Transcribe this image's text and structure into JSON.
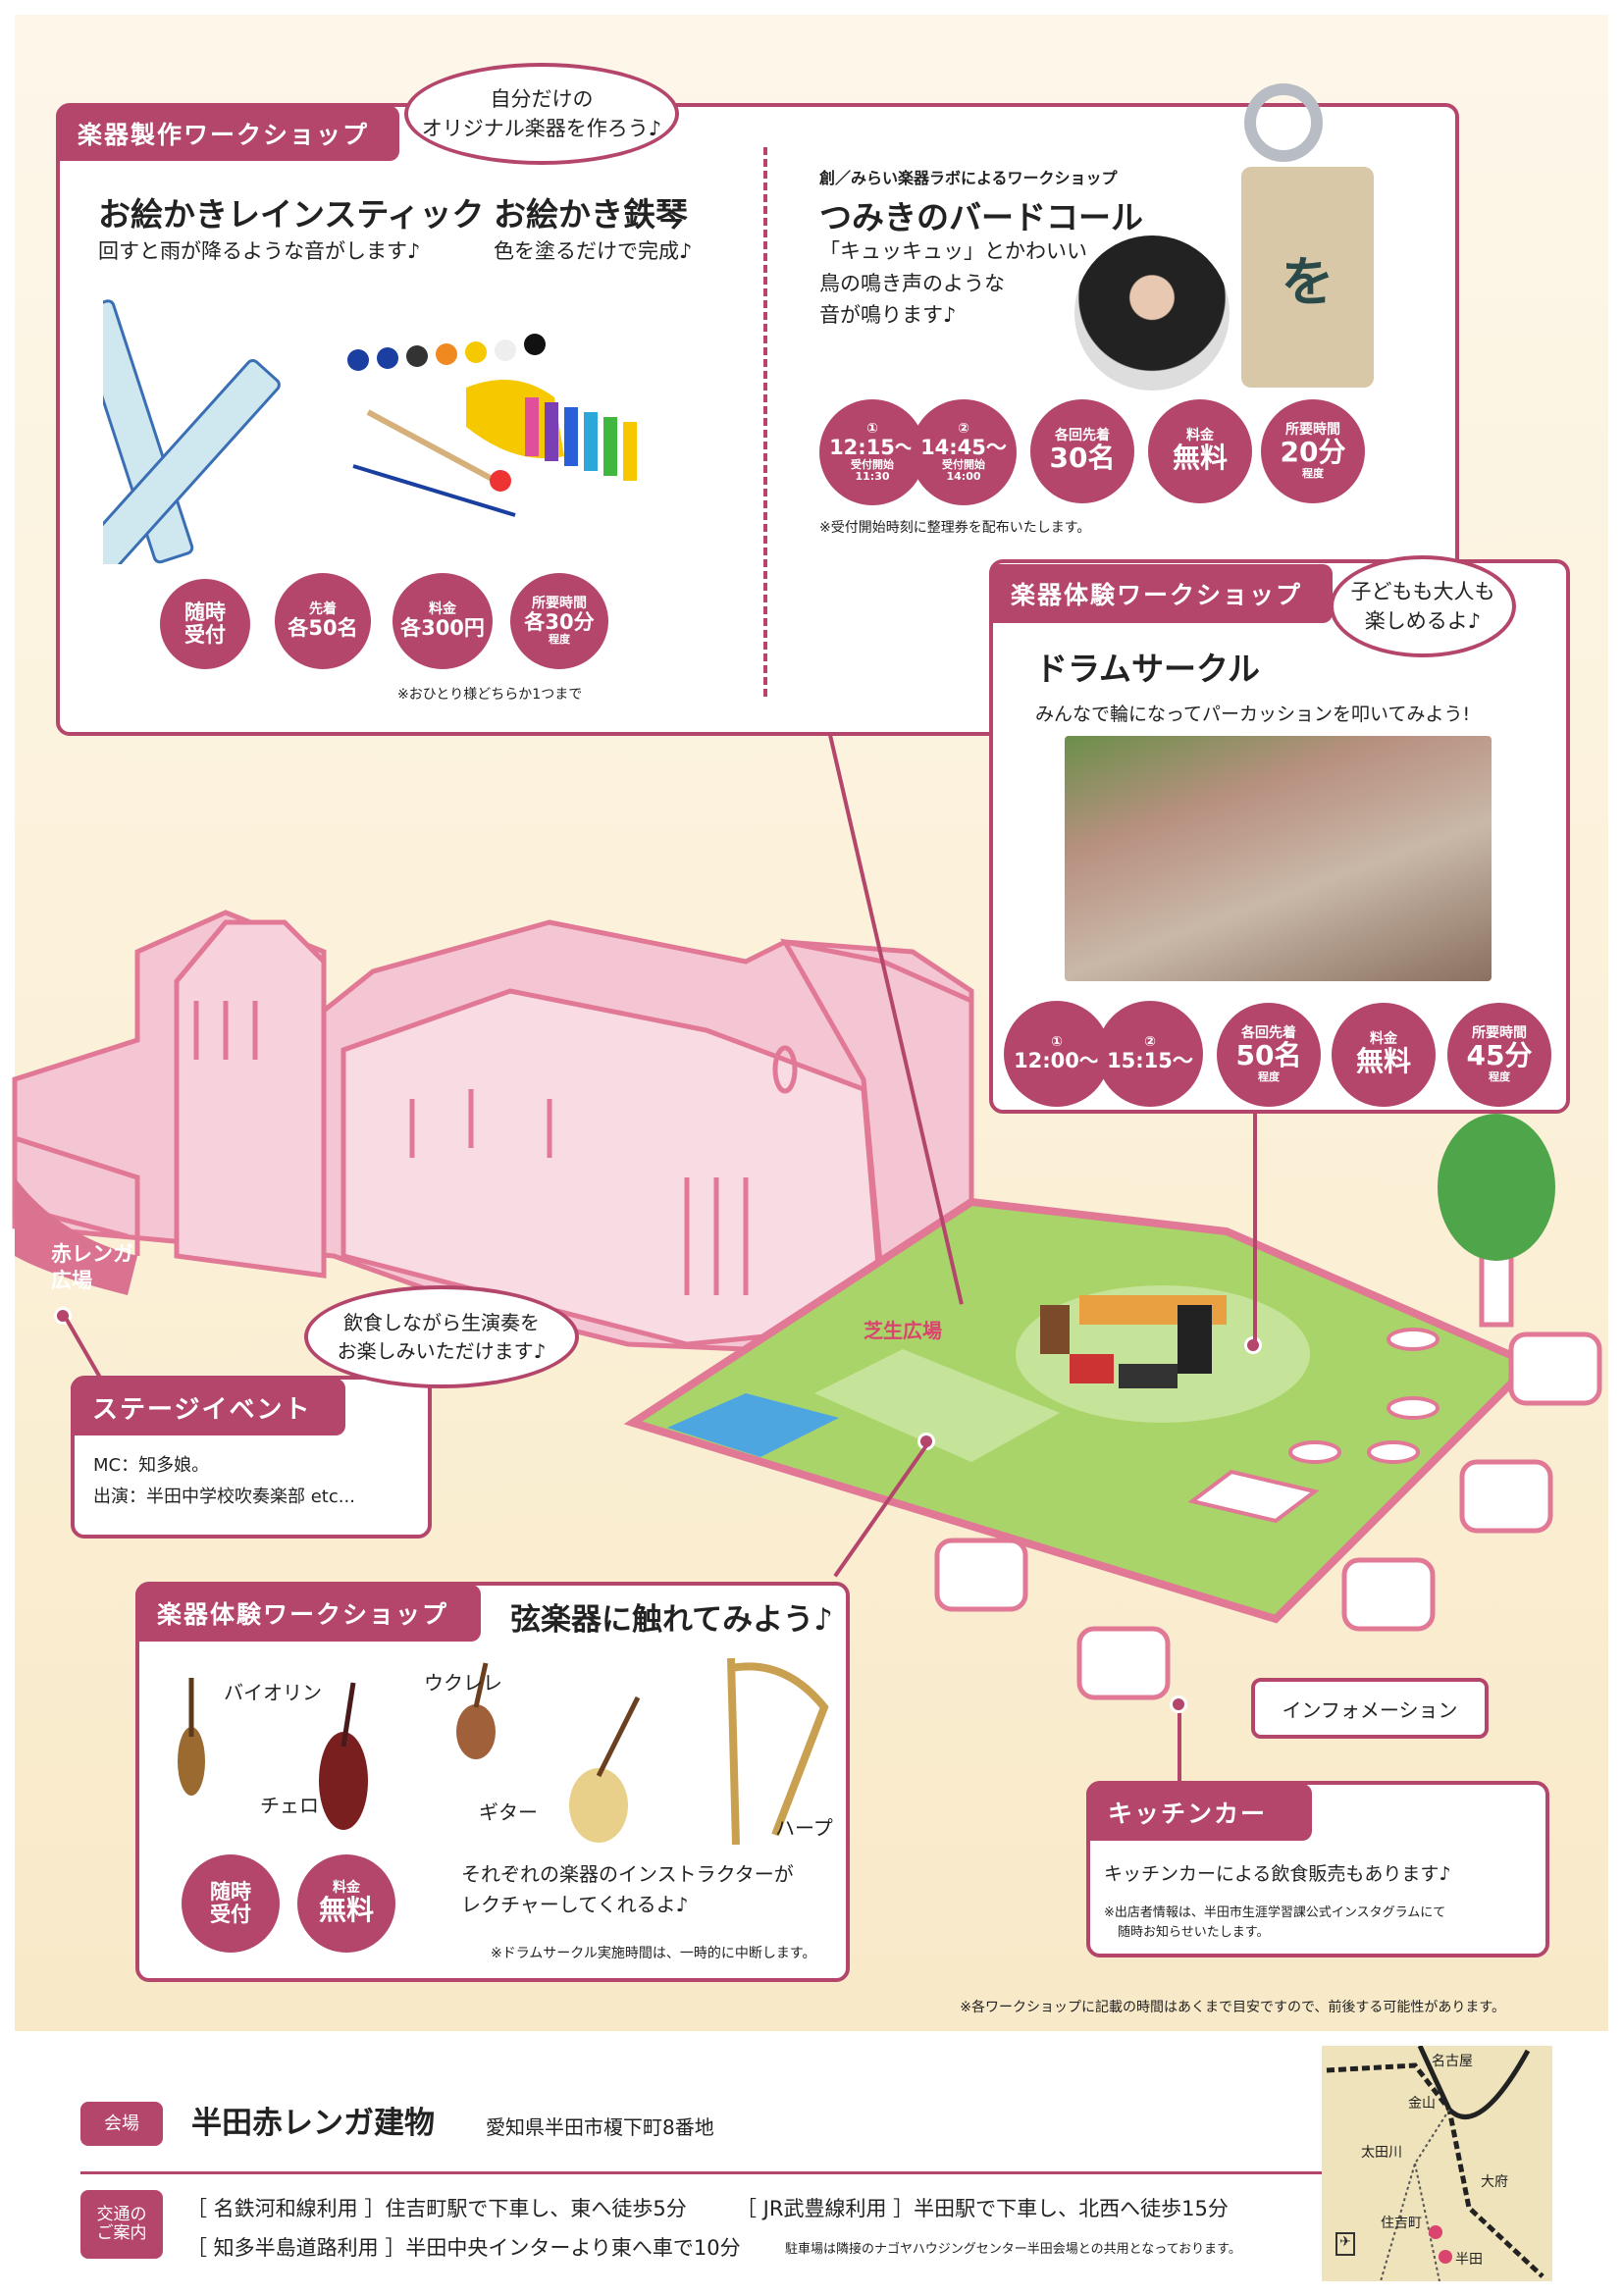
{
  "colors": {
    "accent": "#b5466b",
    "lawn": "#a9d46a",
    "cream": "#fbf0d6"
  },
  "craft": {
    "tab": "楽器製作ワークショップ",
    "bubble": [
      "自分だけの",
      "オリジナル楽器を作ろう♪"
    ],
    "items": [
      {
        "title": "お絵かきレインスティック",
        "desc": "回すと雨が降るような音がします♪"
      },
      {
        "title": "お絵かき鉄琴",
        "desc": "色を塗るだけで完成♪"
      }
    ],
    "badges": [
      {
        "a": "随時",
        "b": "受付"
      },
      {
        "a": "先着",
        "b": "各50名"
      },
      {
        "a": "料金",
        "b": "各300円"
      },
      {
        "a": "所要時間",
        "b": "各30分",
        "c": "程度"
      }
    ],
    "note": "※おひとり様どちらか1つまで"
  },
  "birdcall": {
    "subtitle": "創／みらい楽器ラボによるワークショップ",
    "title": "つみきのバードコール",
    "desc": [
      "「キュッキュッ」とかわいい",
      "鳥の鳴き声のような",
      "音が鳴ります♪"
    ],
    "block_char": "を",
    "badges": [
      {
        "a": "①",
        "b": "12:15〜",
        "c": "受付開始",
        "d": "11:30"
      },
      {
        "a": "②",
        "b": "14:45〜",
        "c": "受付開始",
        "d": "14:00"
      },
      {
        "a": "各回先着",
        "b": "30名"
      },
      {
        "a": "料金",
        "b": "無料"
      },
      {
        "a": "所要時間",
        "b": "20分",
        "c": "程度"
      }
    ],
    "note": "※受付開始時刻に整理券を配布いたします。"
  },
  "drum": {
    "tab": "楽器体験ワークショップ",
    "bubble": [
      "子どもも大人も",
      "楽しめるよ♪"
    ],
    "title": "ドラムサークル",
    "desc": "みんなで輪になってパーカッションを叩いてみよう!",
    "badges": [
      {
        "a": "①",
        "b": "12:00〜"
      },
      {
        "a": "②",
        "b": "15:15〜"
      },
      {
        "a": "各回先着",
        "b": "50名",
        "c": "程度"
      },
      {
        "a": "料金",
        "b": "無料"
      },
      {
        "a": "所要時間",
        "b": "45分",
        "c": "程度"
      }
    ]
  },
  "map": {
    "plaza": [
      "赤レンガ",
      "広場"
    ],
    "lawn": "芝生広場"
  },
  "stage": {
    "tab": "ステージイベント",
    "bubble": [
      "飲食しながら生演奏を",
      "お楽しみいただけます♪"
    ],
    "lines": [
      "MC：知多娘。",
      "出演：半田中学校吹奏楽部 etc..."
    ]
  },
  "strings": {
    "tab": "楽器体験ワークショップ",
    "title": "弦楽器に触れてみよう♪",
    "instruments": [
      "バイオリン",
      "チェロ",
      "ウクレレ",
      "ギター",
      "ハープ"
    ],
    "badges": [
      {
        "a": "随時",
        "b": "受付"
      },
      {
        "a": "料金",
        "b": "無料"
      }
    ],
    "desc": [
      "それぞれの楽器のインストラクターが",
      "レクチャーしてくれるよ♪"
    ],
    "note": "※ドラムサークル実施時間は、一時的に中断します。"
  },
  "info": {
    "label": "インフォメーション"
  },
  "kitchen": {
    "tab": "キッチンカー",
    "desc": "キッチンカーによる飲食販売もあります♪",
    "note": [
      "※出店者情報は、半田市生涯学習課公式インスタグラムにて",
      "随時お知らせいたします。"
    ]
  },
  "footnote": "※各ワークショップに記載の時間はあくまで目安ですので、前後する可能性があります。",
  "venue": {
    "badge": "会場",
    "name": "半田赤レンガ建物",
    "address": "愛知県半田市榎下町8番地"
  },
  "access": {
    "badge": [
      "交通の",
      "ご案内"
    ],
    "line1a": "［ 名鉄河和線利用 ］住吉町駅で下車し、東へ徒歩5分",
    "line1b": "［ JR武豊線利用 ］半田駅で下車し、北西へ徒歩15分",
    "line2": "［ 知多半島道路利用 ］半田中央インターより東へ車で10分",
    "parking": "駐車場は隣接のナゴヤハウジングセンター半田会場との共用となっております。"
  },
  "minimap": {
    "stations": [
      "名古屋",
      "金山",
      "太田川",
      "大府",
      "住吉町",
      "半田"
    ]
  }
}
